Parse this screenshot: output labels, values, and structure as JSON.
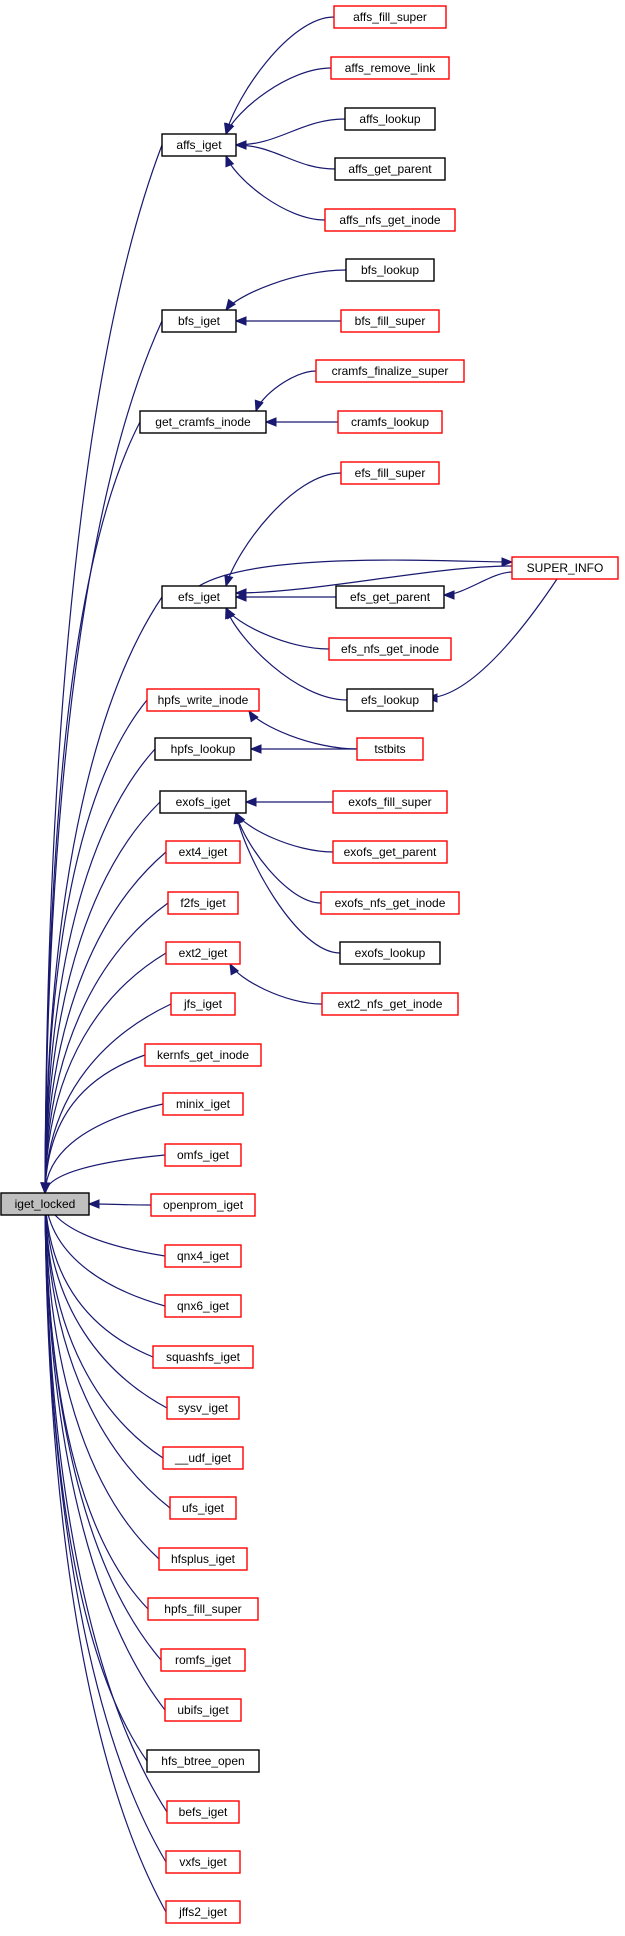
{
  "nodes": [
    {
      "id": "iget_locked",
      "label": "iget_locked",
      "style": "root"
    },
    {
      "id": "affs_iget",
      "label": "affs_iget",
      "style": "black"
    },
    {
      "id": "affs_fill_super",
      "label": "affs_fill_super",
      "style": "red"
    },
    {
      "id": "affs_remove_link",
      "label": "affs_remove_link",
      "style": "red"
    },
    {
      "id": "affs_lookup",
      "label": "affs_lookup",
      "style": "black"
    },
    {
      "id": "affs_get_parent",
      "label": "affs_get_parent",
      "style": "black"
    },
    {
      "id": "affs_nfs_get_inode",
      "label": "affs_nfs_get_inode",
      "style": "red"
    },
    {
      "id": "bfs_iget",
      "label": "bfs_iget",
      "style": "black"
    },
    {
      "id": "bfs_lookup",
      "label": "bfs_lookup",
      "style": "black"
    },
    {
      "id": "bfs_fill_super",
      "label": "bfs_fill_super",
      "style": "red"
    },
    {
      "id": "get_cramfs_inode",
      "label": "get_cramfs_inode",
      "style": "black"
    },
    {
      "id": "cramfs_finalize_super",
      "label": "cramfs_finalize_super",
      "style": "red"
    },
    {
      "id": "cramfs_lookup",
      "label": "cramfs_lookup",
      "style": "red"
    },
    {
      "id": "efs_fill_super",
      "label": "efs_fill_super",
      "style": "red"
    },
    {
      "id": "SUPER_INFO",
      "label": "SUPER_INFO",
      "style": "red"
    },
    {
      "id": "efs_iget",
      "label": "efs_iget",
      "style": "black"
    },
    {
      "id": "efs_get_parent",
      "label": "efs_get_parent",
      "style": "black"
    },
    {
      "id": "efs_nfs_get_inode",
      "label": "efs_nfs_get_inode",
      "style": "red"
    },
    {
      "id": "efs_lookup",
      "label": "efs_lookup",
      "style": "black"
    },
    {
      "id": "hpfs_write_inode",
      "label": "hpfs_write_inode",
      "style": "red"
    },
    {
      "id": "hpfs_lookup",
      "label": "hpfs_lookup",
      "style": "black"
    },
    {
      "id": "tstbits",
      "label": "tstbits",
      "style": "red"
    },
    {
      "id": "exofs_iget",
      "label": "exofs_iget",
      "style": "black"
    },
    {
      "id": "exofs_fill_super",
      "label": "exofs_fill_super",
      "style": "red"
    },
    {
      "id": "exofs_get_parent",
      "label": "exofs_get_parent",
      "style": "red"
    },
    {
      "id": "exofs_nfs_get_inode",
      "label": "exofs_nfs_get_inode",
      "style": "red"
    },
    {
      "id": "exofs_lookup",
      "label": "exofs_lookup",
      "style": "black"
    },
    {
      "id": "ext4_iget",
      "label": "ext4_iget",
      "style": "red"
    },
    {
      "id": "f2fs_iget",
      "label": "f2fs_iget",
      "style": "red"
    },
    {
      "id": "ext2_iget",
      "label": "ext2_iget",
      "style": "red"
    },
    {
      "id": "ext2_nfs_get_inode",
      "label": "ext2_nfs_get_inode",
      "style": "red"
    },
    {
      "id": "jfs_iget",
      "label": "jfs_iget",
      "style": "red"
    },
    {
      "id": "kernfs_get_inode",
      "label": "kernfs_get_inode",
      "style": "red"
    },
    {
      "id": "minix_iget",
      "label": "minix_iget",
      "style": "red"
    },
    {
      "id": "omfs_iget",
      "label": "omfs_iget",
      "style": "red"
    },
    {
      "id": "openprom_iget",
      "label": "openprom_iget",
      "style": "red"
    },
    {
      "id": "qnx4_iget",
      "label": "qnx4_iget",
      "style": "red"
    },
    {
      "id": "qnx6_iget",
      "label": "qnx6_iget",
      "style": "red"
    },
    {
      "id": "squashfs_iget",
      "label": "squashfs_iget",
      "style": "red"
    },
    {
      "id": "sysv_iget",
      "label": "sysv_iget",
      "style": "red"
    },
    {
      "id": "__udf_iget",
      "label": "__udf_iget",
      "style": "red"
    },
    {
      "id": "ufs_iget",
      "label": "ufs_iget",
      "style": "red"
    },
    {
      "id": "hfsplus_iget",
      "label": "hfsplus_iget",
      "style": "red"
    },
    {
      "id": "hpfs_fill_super",
      "label": "hpfs_fill_super",
      "style": "red"
    },
    {
      "id": "romfs_iget",
      "label": "romfs_iget",
      "style": "red"
    },
    {
      "id": "ubifs_iget",
      "label": "ubifs_iget",
      "style": "red"
    },
    {
      "id": "hfs_btree_open",
      "label": "hfs_btree_open",
      "style": "black"
    },
    {
      "id": "befs_iget",
      "label": "befs_iget",
      "style": "red"
    },
    {
      "id": "vxfs_iget",
      "label": "vxfs_iget",
      "style": "red"
    },
    {
      "id": "jffs2_iget",
      "label": "jffs2_iget",
      "style": "red"
    }
  ],
  "edges": [
    {
      "from": "affs_iget",
      "to": "iget_locked"
    },
    {
      "from": "bfs_iget",
      "to": "iget_locked"
    },
    {
      "from": "get_cramfs_inode",
      "to": "iget_locked"
    },
    {
      "from": "efs_iget",
      "to": "iget_locked"
    },
    {
      "from": "hpfs_write_inode",
      "to": "iget_locked"
    },
    {
      "from": "hpfs_lookup",
      "to": "iget_locked"
    },
    {
      "from": "exofs_iget",
      "to": "iget_locked"
    },
    {
      "from": "ext4_iget",
      "to": "iget_locked"
    },
    {
      "from": "f2fs_iget",
      "to": "iget_locked"
    },
    {
      "from": "ext2_iget",
      "to": "iget_locked"
    },
    {
      "from": "jfs_iget",
      "to": "iget_locked"
    },
    {
      "from": "kernfs_get_inode",
      "to": "iget_locked"
    },
    {
      "from": "minix_iget",
      "to": "iget_locked"
    },
    {
      "from": "omfs_iget",
      "to": "iget_locked"
    },
    {
      "from": "openprom_iget",
      "to": "iget_locked"
    },
    {
      "from": "qnx4_iget",
      "to": "iget_locked"
    },
    {
      "from": "qnx6_iget",
      "to": "iget_locked"
    },
    {
      "from": "squashfs_iget",
      "to": "iget_locked"
    },
    {
      "from": "sysv_iget",
      "to": "iget_locked"
    },
    {
      "from": "__udf_iget",
      "to": "iget_locked"
    },
    {
      "from": "ufs_iget",
      "to": "iget_locked"
    },
    {
      "from": "hfsplus_iget",
      "to": "iget_locked"
    },
    {
      "from": "hpfs_fill_super",
      "to": "iget_locked"
    },
    {
      "from": "romfs_iget",
      "to": "iget_locked"
    },
    {
      "from": "ubifs_iget",
      "to": "iget_locked"
    },
    {
      "from": "hfs_btree_open",
      "to": "iget_locked"
    },
    {
      "from": "befs_iget",
      "to": "iget_locked"
    },
    {
      "from": "vxfs_iget",
      "to": "iget_locked"
    },
    {
      "from": "jffs2_iget",
      "to": "iget_locked"
    },
    {
      "from": "affs_fill_super",
      "to": "affs_iget"
    },
    {
      "from": "affs_remove_link",
      "to": "affs_iget"
    },
    {
      "from": "affs_lookup",
      "to": "affs_iget"
    },
    {
      "from": "affs_get_parent",
      "to": "affs_iget"
    },
    {
      "from": "affs_nfs_get_inode",
      "to": "affs_iget"
    },
    {
      "from": "bfs_lookup",
      "to": "bfs_iget"
    },
    {
      "from": "bfs_fill_super",
      "to": "bfs_iget"
    },
    {
      "from": "cramfs_finalize_super",
      "to": "get_cramfs_inode"
    },
    {
      "from": "cramfs_lookup",
      "to": "get_cramfs_inode"
    },
    {
      "from": "efs_fill_super",
      "to": "efs_iget"
    },
    {
      "from": "SUPER_INFO",
      "to": "efs_iget"
    },
    {
      "from": "efs_get_parent",
      "to": "efs_iget"
    },
    {
      "from": "efs_nfs_get_inode",
      "to": "efs_iget"
    },
    {
      "from": "efs_lookup",
      "to": "efs_iget"
    },
    {
      "from": "efs_iget",
      "to": "SUPER_INFO"
    },
    {
      "from": "SUPER_INFO",
      "to": "efs_get_parent"
    },
    {
      "from": "SUPER_INFO",
      "to": "efs_lookup"
    },
    {
      "from": "tstbits",
      "to": "hpfs_write_inode"
    },
    {
      "from": "tstbits",
      "to": "hpfs_lookup"
    },
    {
      "from": "exofs_fill_super",
      "to": "exofs_iget"
    },
    {
      "from": "exofs_get_parent",
      "to": "exofs_iget"
    },
    {
      "from": "exofs_nfs_get_inode",
      "to": "exofs_iget"
    },
    {
      "from": "exofs_lookup",
      "to": "exofs_iget"
    },
    {
      "from": "ext2_nfs_get_inode",
      "to": "ext2_iget"
    }
  ]
}
